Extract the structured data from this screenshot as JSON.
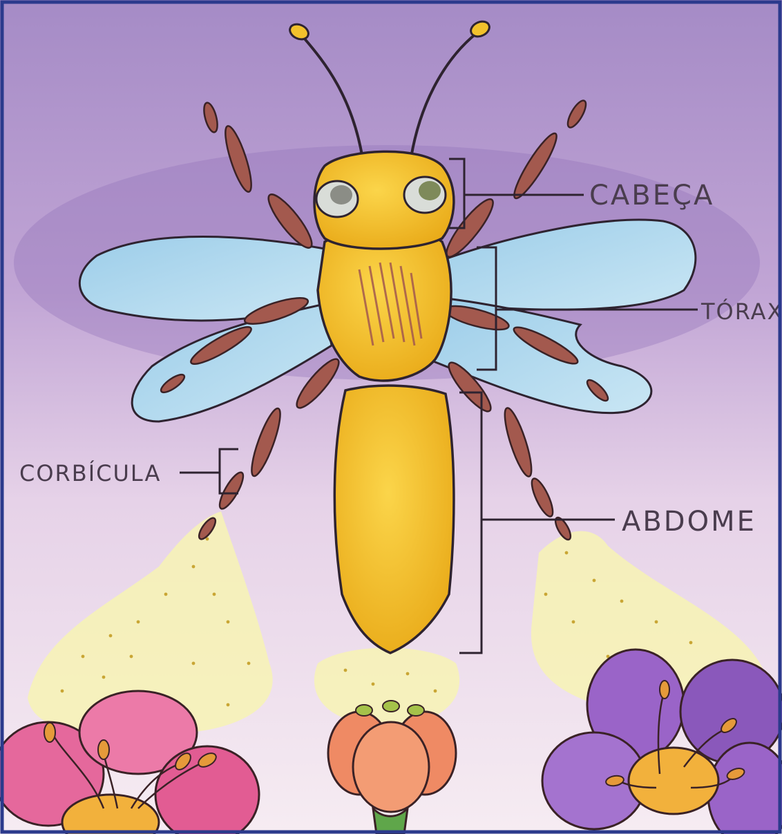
{
  "diagram": {
    "labels": {
      "head": "CABEÇA",
      "thorax": "TÓRAX",
      "abdomen": "ABDOME",
      "corbicula": "CORBÍCULA"
    }
  },
  "colors": {
    "border": "#2b3a8c",
    "sky_top": "#a88ac4",
    "sky_bottom": "#f4e6f0",
    "body": "#f2c12c",
    "wing": "#a9d6ef",
    "leg": "#a3594e",
    "pollen": "#f6f2b0",
    "flower_pink": "#e5689c",
    "flower_orange": "#ef8a64",
    "flower_purple": "#9a64c8",
    "ink": "#2e2330"
  }
}
